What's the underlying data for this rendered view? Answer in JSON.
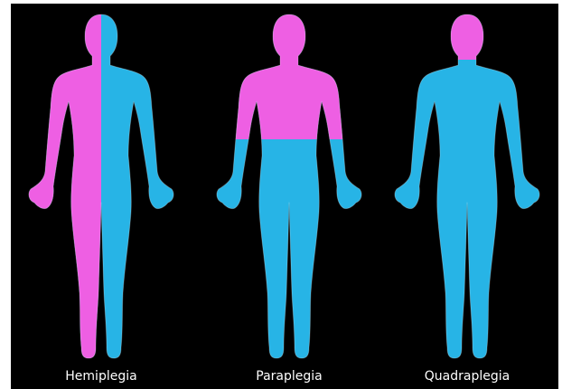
{
  "colors": {
    "background": "#000000",
    "affected": "#ee5fe3",
    "unaffected": "#27b4e6"
  },
  "figures": [
    {
      "label": "Hemiplegia",
      "pattern": "left-half"
    },
    {
      "label": "Paraplegia",
      "pattern": "waist-up-and-head"
    },
    {
      "label": "Quadraplegia",
      "pattern": "head-only"
    }
  ]
}
